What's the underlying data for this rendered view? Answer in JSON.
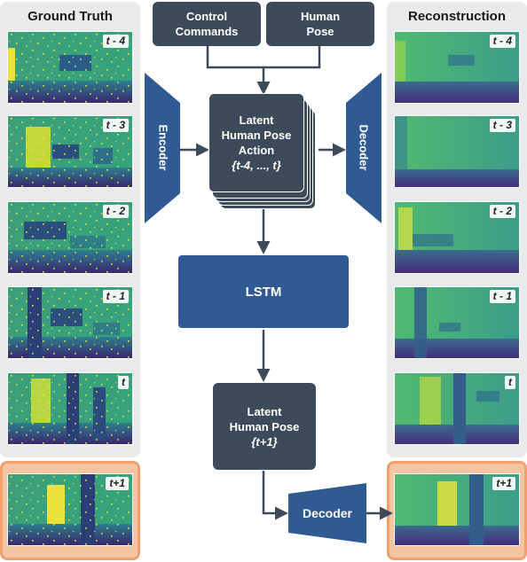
{
  "left_panel": {
    "title": "Ground Truth",
    "frames": [
      {
        "tag": "t - 4"
      },
      {
        "tag": "t - 3"
      },
      {
        "tag": "t - 2"
      },
      {
        "tag": "t - 1"
      },
      {
        "tag": "t"
      }
    ],
    "future_frame": {
      "tag": "t+1"
    }
  },
  "right_panel": {
    "title": "Reconstruction",
    "frames": [
      {
        "tag": "t - 4"
      },
      {
        "tag": "t - 3"
      },
      {
        "tag": "t - 2"
      },
      {
        "tag": "t - 1"
      },
      {
        "tag": "t"
      }
    ],
    "future_frame": {
      "tag": "t+1"
    }
  },
  "inputs": {
    "control": {
      "line1": "Control",
      "line2": "Commands"
    },
    "pose": {
      "line1": "Human",
      "line2": "Pose"
    }
  },
  "encoder": {
    "label": "Encoder"
  },
  "decoder_top": {
    "label": "Decoder"
  },
  "latent_stack": {
    "line1": "Latent",
    "line2": "Human Pose",
    "line3": "Action",
    "line4": "{t-4, ..., t}"
  },
  "lstm": {
    "label": "LSTM"
  },
  "latent_next": {
    "line1": "Latent",
    "line2": "Human Pose",
    "line3": "{t+1}"
  },
  "decoder_bottom": {
    "label": "Decoder"
  },
  "colors": {
    "dark_box": "#3d4a5a",
    "blue_box": "#2f5a93",
    "future_highlight": "#f0a06e",
    "panel": "#e9eaeb"
  }
}
